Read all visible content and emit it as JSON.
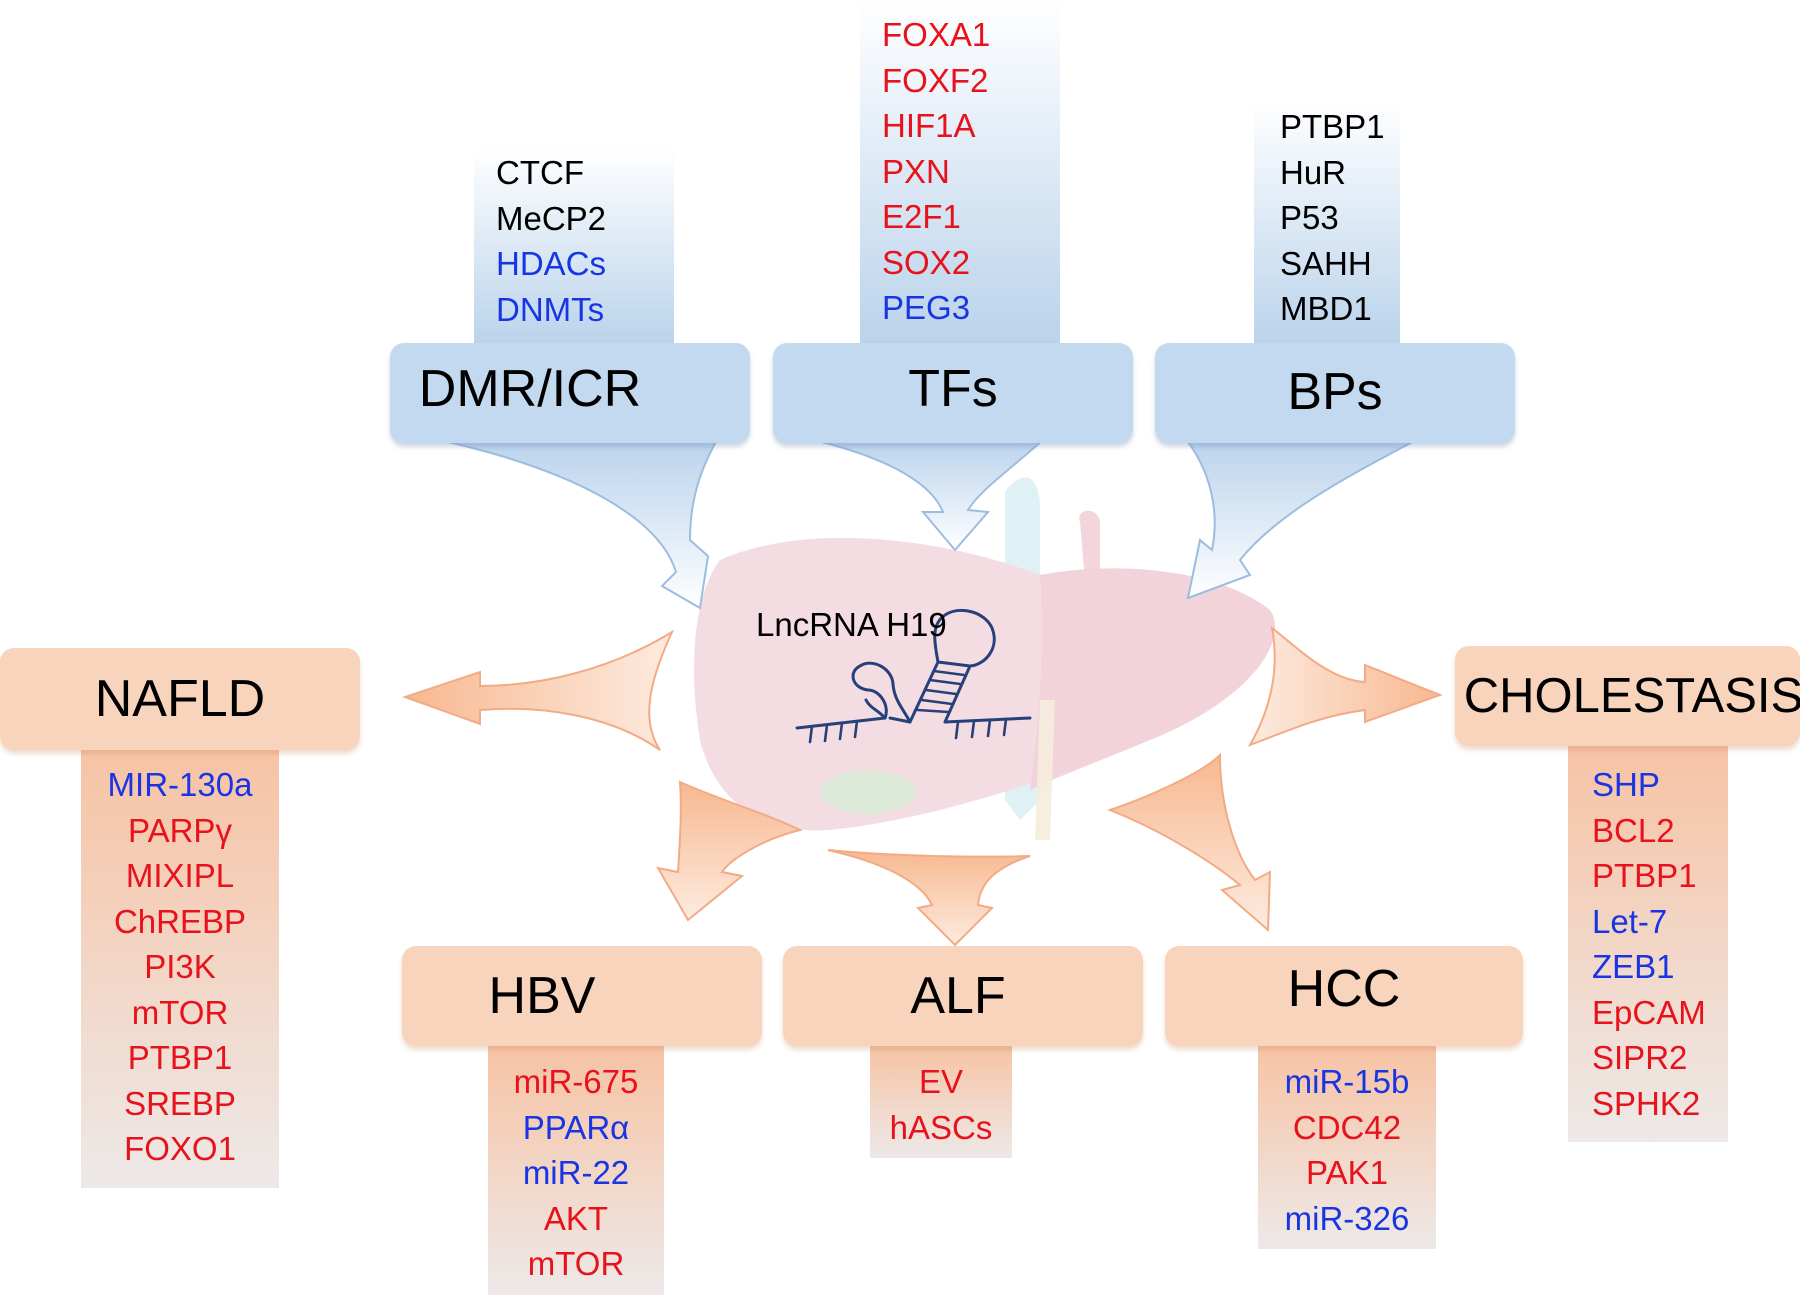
{
  "colors": {
    "up": "#e8121c",
    "down": "#1935e3",
    "neutral": "#000000",
    "upstream_box": "#c3d9ef",
    "disease_box": "#f8d4bc",
    "rna": "#27407a"
  },
  "center": {
    "label": "LncRNA H19"
  },
  "upstream": [
    {
      "title": "DMR/ICR",
      "items": [
        {
          "text": "CTCF",
          "tone": "neutral"
        },
        {
          "text": "MeCP2",
          "tone": "neutral"
        },
        {
          "text": "HDACs",
          "tone": "down"
        },
        {
          "text": "DNMTs",
          "tone": "down"
        }
      ]
    },
    {
      "title": "TFs",
      "items": [
        {
          "text": "FOXA1",
          "tone": "up"
        },
        {
          "text": "FOXF2",
          "tone": "up"
        },
        {
          "text": "HIF1A",
          "tone": "up"
        },
        {
          "text": "PXN",
          "tone": "up"
        },
        {
          "text": "E2F1",
          "tone": "up"
        },
        {
          "text": "SOX2",
          "tone": "up"
        },
        {
          "text": "PEG3",
          "tone": "down"
        }
      ]
    },
    {
      "title": "BPs",
      "items": [
        {
          "text": "PTBP1",
          "tone": "neutral"
        },
        {
          "text": "HuR",
          "tone": "neutral"
        },
        {
          "text": "P53",
          "tone": "neutral"
        },
        {
          "text": "SAHH",
          "tone": "neutral"
        },
        {
          "text": "MBD1",
          "tone": "neutral"
        }
      ]
    }
  ],
  "diseases": [
    {
      "title": "NAFLD",
      "items": [
        {
          "text": "MIR-130a",
          "tone": "down"
        },
        {
          "text": "PARPγ",
          "tone": "up"
        },
        {
          "text": "MIXIPL",
          "tone": "up"
        },
        {
          "text": "ChREBP",
          "tone": "up"
        },
        {
          "text": "PI3K",
          "tone": "up"
        },
        {
          "text": "mTOR",
          "tone": "up"
        },
        {
          "text": "PTBP1",
          "tone": "up"
        },
        {
          "text": "SREBP",
          "tone": "up"
        },
        {
          "text": "FOXO1",
          "tone": "up"
        }
      ]
    },
    {
      "title": "CHOLESTASIS",
      "items": [
        {
          "text": "SHP",
          "tone": "down"
        },
        {
          "text": "BCL2",
          "tone": "up"
        },
        {
          "text": "PTBP1",
          "tone": "up"
        },
        {
          "text": "Let-7",
          "tone": "down"
        },
        {
          "text": "ZEB1",
          "tone": "down"
        },
        {
          "text": "EpCAM",
          "tone": "up"
        },
        {
          "text": "SIPR2",
          "tone": "up"
        },
        {
          "text": "SPHK2",
          "tone": "up"
        }
      ]
    },
    {
      "title": "HBV",
      "items": [
        {
          "text": "miR-675",
          "tone": "up"
        },
        {
          "text": "PPARα",
          "tone": "down"
        },
        {
          "text": "miR-22",
          "tone": "down"
        },
        {
          "text": "AKT",
          "tone": "up"
        },
        {
          "text": "mTOR",
          "tone": "up"
        }
      ]
    },
    {
      "title": "ALF",
      "items": [
        {
          "text": "EV",
          "tone": "up"
        },
        {
          "text": "hASCs",
          "tone": "up"
        }
      ]
    },
    {
      "title": "HCC",
      "items": [
        {
          "text": "miR-15b",
          "tone": "down"
        },
        {
          "text": "CDC42",
          "tone": "up"
        },
        {
          "text": "PAK1",
          "tone": "up"
        },
        {
          "text": "miR-326",
          "tone": "down"
        }
      ]
    }
  ]
}
